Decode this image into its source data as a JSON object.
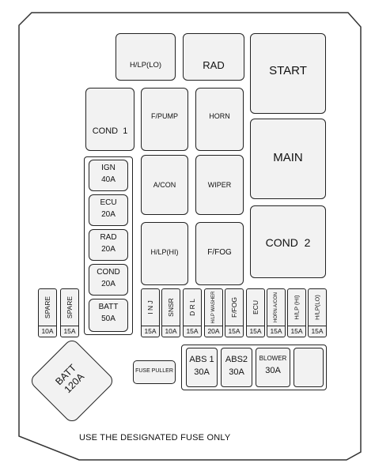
{
  "relays": {
    "hlp_lo": "H/LP(LO)",
    "rad": "RAD",
    "start": "START",
    "cond1": "COND  1",
    "fpump": "F/PUMP",
    "horn": "HORN",
    "main": "MAIN",
    "acon": "A/CON",
    "wiper": "WIPER",
    "hlp_hi": "H/LP(HI)",
    "ffog": "F/FOG",
    "cond2": "COND  2"
  },
  "fusible_links": [
    {
      "name": "IGN",
      "amp": "40A"
    },
    {
      "name": "ECU",
      "amp": "20A"
    },
    {
      "name": "RAD",
      "amp": "20A"
    },
    {
      "name": "COND",
      "amp": "20A"
    },
    {
      "name": "BATT",
      "amp": "50A"
    }
  ],
  "mini_fuses": [
    {
      "name": "SPARE",
      "amp": "10A"
    },
    {
      "name": "SPARE",
      "amp": "15A"
    },
    {
      "name": "I N J",
      "amp": "15A"
    },
    {
      "name": "SNSR",
      "amp": "10A"
    },
    {
      "name": "D R L",
      "amp": "15A"
    },
    {
      "name": "H/LP WASHER",
      "amp": "20A"
    },
    {
      "name": "F/FOG",
      "amp": "15A"
    },
    {
      "name": "ECU",
      "amp": "15A"
    },
    {
      "name": "HORN A/CON",
      "amp": "15A"
    },
    {
      "name": "H/LP (HI)",
      "amp": "15A"
    },
    {
      "name": "H/LP(LO)",
      "amp": "15A"
    }
  ],
  "lower_fuses": [
    {
      "name": "ABS 1",
      "amp": "30A"
    },
    {
      "name": "ABS2",
      "amp": "30A"
    },
    {
      "name": "BLOWER",
      "amp": "30A"
    }
  ],
  "batt_main": {
    "name": "BATT",
    "amp": "120A"
  },
  "fuse_puller": "FUSE PULLER",
  "footer": "USE THE DESIGNATED FUSE ONLY"
}
